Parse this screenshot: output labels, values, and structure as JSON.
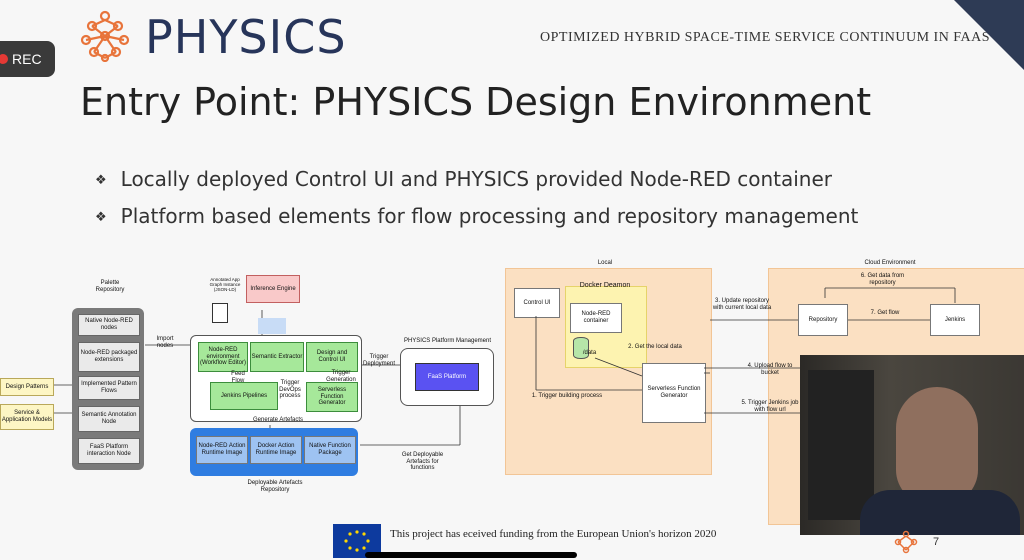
{
  "header": {
    "brand": "PHYSICS",
    "tagline": "OPTIMIZED HYBRID SPACE-TIME SERVICE CONTINUUM IN FAAS"
  },
  "recording": {
    "label": "REC"
  },
  "slide": {
    "title": "Entry Point: PHYSICS Design Environment",
    "bullets": [
      "Locally deployed Control UI and PHYSICS provided Node-RED container",
      "Platform based elements for flow processing and repository management"
    ],
    "page_number": "7",
    "footer": "This project has   eceived funding from the European Union's horizon 2020"
  },
  "diagram_left": {
    "palette_title": "Palette Repository",
    "palette_items": [
      "Native Node-RED nodes",
      "Node-RED packaged extensions",
      "Implemented Pattern Flows",
      "Semantic Annotation Node",
      "FaaS Platform interaction Node"
    ],
    "side_inputs": [
      "Design Patterns",
      "Service & Application Models"
    ],
    "import_label": "Import nodes",
    "annotated_label": "Annotated App Graph Instance (JSON-LD)",
    "inference": "Inference Engine",
    "env_boxes": [
      "Node-RED environment (Workflow Editor)",
      "Semantic Extractor",
      "Design and Control UI",
      "Jenkins Pipelines",
      "Serverless Function Generator"
    ],
    "feed_flow": "Feed Flow",
    "trigger_devops": "Trigger DevOps process",
    "trigger_generation": "Trigger Generation",
    "generate_artefacts": "Generate Artefacts",
    "trigger_deployment": "Trigger Deployment",
    "platform_mgmt": "PHYSICS Platform Management",
    "faas_platform": "FaaS Platform",
    "artefacts": [
      "Node-RED Action Runtime Image",
      "Docker Action Runtime Image",
      "Native Function Package"
    ],
    "artefacts_repo": "Deployable Artefacts Repository",
    "get_deployable": "Get Deployable Artefacts for functions"
  },
  "diagram_right": {
    "local": "Local",
    "cloud": "Cloud Environment",
    "control_ui": "Control UI",
    "docker_deamon": "Docker Deamon",
    "nodered_container": "Node-RED container",
    "data": "/data",
    "get_local_data": "2. Get the local data",
    "serverless_generator": "Serverless Function Generator",
    "trigger_building": "1. Trigger building process",
    "update_repo": "3. Update repository with current local data",
    "upload_flow": "4. Upload flow to bucket",
    "trigger_jenkins": "5. Trigger Jenkins job with flow url",
    "get_data": "6. Get data from repository",
    "get_flow": "7. Get flow",
    "repository": "Repository",
    "jenkins": "Jenkins"
  },
  "colors": {
    "brand": "#27355a",
    "accent_orange": "#e8743b",
    "green": "#a6e89a",
    "blue": "#2f7de1",
    "faas": "#5a52f2"
  }
}
